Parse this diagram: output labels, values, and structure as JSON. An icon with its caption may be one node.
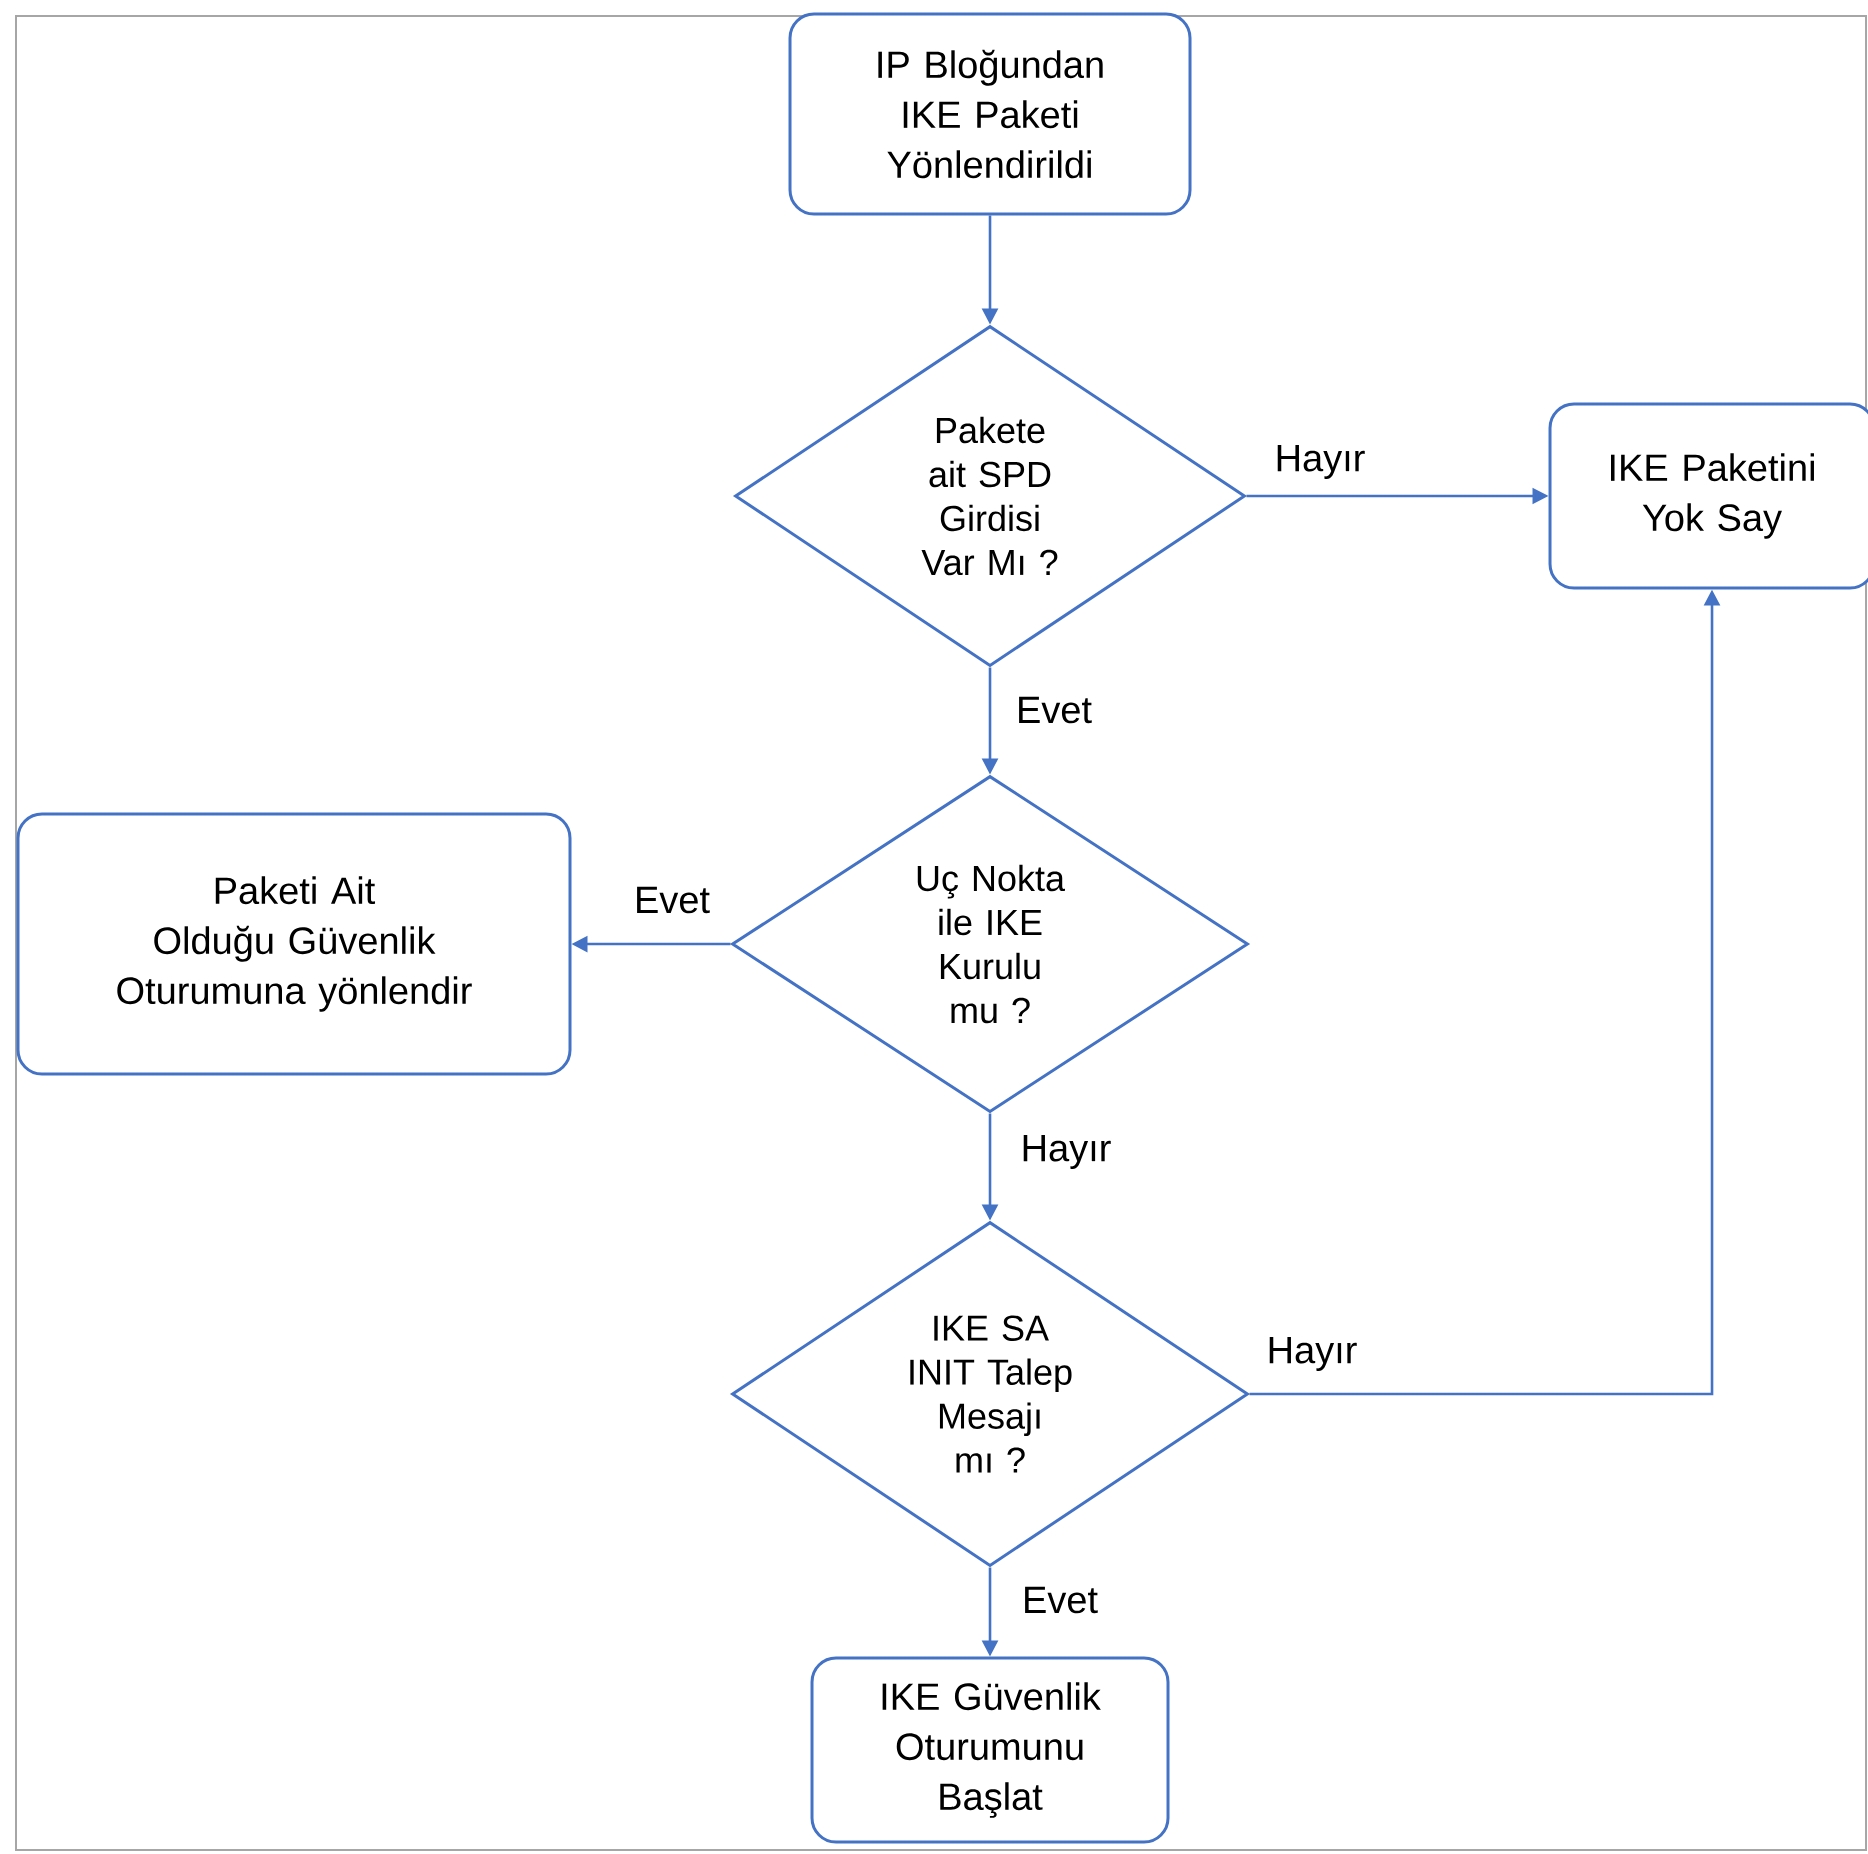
{
  "diagram": {
    "nodes": [
      {
        "text": [
          "IP Bloğundan IKE Paketi Yönlendirildi"
        ]
      },
      {
        "text": [
          "Pakete ait SPD Girdisi Var Mı ?"
        ]
      },
      {
        "text": [
          "IKE Paketini Yok Say"
        ]
      },
      {
        "text": [
          "Uç Nokta ile IKE Kurulu mu ?"
        ]
      },
      {
        "text": [
          "Paketi Ait Olduğu Güvenlik Oturumuna yönlendir"
        ]
      },
      {
        "text": [
          "IKE SA INIT Talep Mesajı mı ?"
        ]
      },
      {
        "text": [
          "IKE Güvenlik Oturumunu Başlat"
        ]
      }
    ],
    "edges": [
      {
        "from": 0,
        "to": 1,
        "arrow": "to"
      },
      {
        "from": 1,
        "to": 2,
        "arrow": "to",
        "label": "Hayır"
      },
      {
        "from": 1,
        "to": 3,
        "arrow": "to",
        "label": "Evet"
      },
      {
        "from": 3,
        "to": 4,
        "arrow": "to",
        "label": "Evet"
      },
      {
        "from": 3,
        "to": 5,
        "arrow": "to",
        "label": "Hayır"
      },
      {
        "from": 5,
        "to": 2,
        "arrow": "to",
        "label": "Hayır"
      },
      {
        "from": 5,
        "to": 6,
        "arrow": "to",
        "label": "Evet"
      }
    ]
  }
}
